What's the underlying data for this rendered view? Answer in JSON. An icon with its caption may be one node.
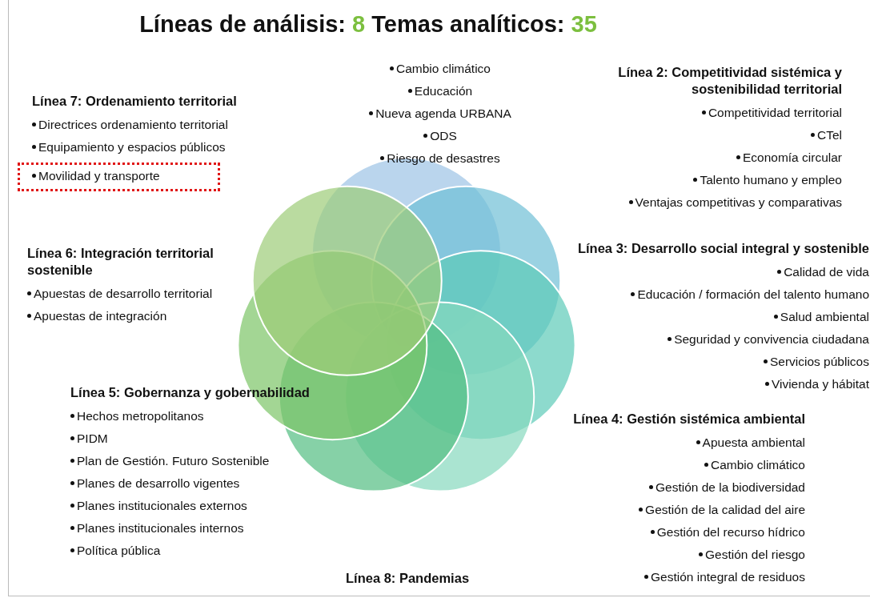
{
  "diagram": {
    "title": "Líneas de análisis: 8 Temas analíticos: 35",
    "nodes": [
      {
        "text": [
          "Movilidad y transporte"
        ]
      }
    ],
    "labels": [
      "Cambio climático",
      "Educación",
      "Nueva agenda URBANA",
      "ODS",
      "Riesgo de desastres",
      "Línea 7: Ordenamiento territorial",
      "Directrices ordenamiento territorial",
      "Equipamiento y espacios públicos",
      "Línea 2: Competitividad sistémica y sostenibilidad territorial",
      "Competitividad territorial",
      "CTel",
      "Economía circular",
      "Talento humano y empleo",
      "Ventajas competitivas y comparativas",
      "Línea 6: Integración territorial sostenible",
      "Apuestas de desarrollo territorial",
      "Apuestas de integración",
      "Línea 3: Desarrollo social integral y sostenible",
      "Calidad de vida",
      "Educación / formación del talento humano",
      "Salud ambiental",
      "Seguridad y  convivencia ciudadana",
      "Servicios públicos",
      "Vivienda y hábitat",
      "Línea 5: Gobernanza y gobernabilidad",
      "Hechos metropolitanos",
      "PIDM",
      "Plan de Gestión. Futuro Sostenible",
      "Planes de desarrollo vigentes",
      "Planes institucionales externos",
      "Planes institucionales internos",
      "Política pública",
      "Línea 4: Gestión sistémica ambiental",
      "Apuesta ambiental",
      "Cambio climático",
      "Gestión de la biodiversidad",
      "Gestión de la calidad del aire",
      "Gestión del recurso hídrico",
      "Gestión del riesgo",
      "Gestión integral de residuos",
      "Línea 8: Pandemias"
    ]
  }
}
